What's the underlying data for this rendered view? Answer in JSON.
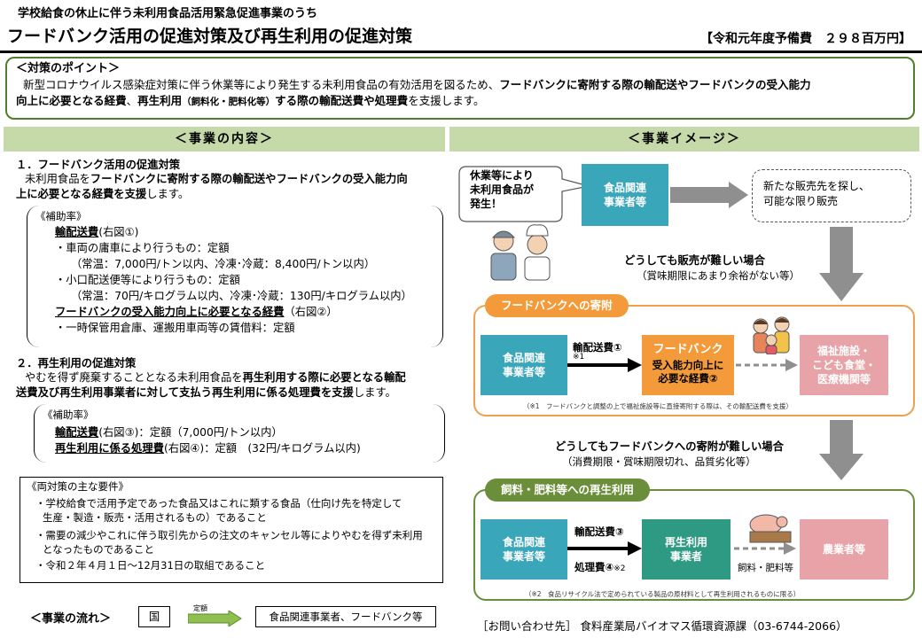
{
  "header": {
    "subtitle": "学校給食の休止に伴う未利用食品活用緊急促進事業のうち",
    "title": "フードバンク活用の促進対策及び再生利用の促進対策",
    "budget": "【令和元年度予備費　２９８百万円】"
  },
  "points": {
    "heading": "＜対策のポイント＞",
    "line1a": "新型コロナウイルス感染症対策に伴う休業等により発生する未利用食品の有効活用を図るため、",
    "line1b": "フードバンクに寄附する際の輸配送やフードバンクの受入能力",
    "line2a": "向上に必要となる経費",
    "line2b": "、",
    "line2c": "再生利用",
    "line2d": "（飼料化・肥料化等）",
    "line2e": "する際の輸配送費や処理費",
    "line2f": "を支援します。"
  },
  "left": {
    "band": "＜事業の内容＞",
    "s1_title": "１．フードバンク活用の促進対策",
    "s1_l1a": "未利用食品を",
    "s1_l1b": "フードバンクに寄附する際の輸配送やフードバンクの受入能力向",
    "s1_l2a": "上に必要となる経費を支援",
    "s1_l2b": "します。",
    "rate_label": "《補助率》",
    "haisou_label": "輸配送費",
    "haisou_ref": "(右図①)",
    "car1": "・車両の庸車により行うもの：定額",
    "car1_detail": "（常温：7,000円/トン以内、冷凍･冷蔵：8,400円/トン以内）",
    "small1": "・小口配送便等により行うもの：定額",
    "small1_detail": "（常温：70円/キログラム以内、冷凍･冷蔵：130円/キログラム以内）",
    "fb_label": "フードバンクの受入能力向上に必要となる経費",
    "fb_ref": "（右図②）",
    "fb_detail": "・一時保管用倉庫、運搬用車両等の賃借料：定額",
    "s2_title": "２．再生利用の促進対策",
    "s2_l1a": "やむを得ず廃棄することとなる未利用食品を",
    "s2_l1b": "再生利用する際に必要となる輸配",
    "s2_l2a": "送費及び再生利用事業者に対して支払う再生利用に係る処理費を支援",
    "s2_l2b": "します。",
    "rate2_label": "《補助率》",
    "r2_haisou": "輸配送費",
    "r2_haisou_rest": "(右図③)：定額（7,000円/トン以内）",
    "r2_proc": "再生利用に係る処理費",
    "r2_proc_rest": "(右図④)：定額　(32円/キログラム以内)",
    "req_title": "《両対策の主な要件》",
    "req1a": "・学校給食で活用予定であった食品又はこれに類する食品（仕向け先を特定して",
    "req1b": "生産・製造・販売・活用されるもの）であること",
    "req2a": "・需要の減少やこれに伴う取引先からの注文のキャンセル等によりやむを得ず未利用",
    "req2b": "となったものであること",
    "req3": "・令和２年４月１日～12月31日の取組であること",
    "flow_label": "＜事業の流れ＞",
    "flow_country": "国",
    "flow_arrow": "定額",
    "flow_target": "食品関連事業者、フードバンク等"
  },
  "right": {
    "band": "＜事業イメージ＞",
    "bubble": [
      "休業等により",
      "未利用食品が",
      "発生！"
    ],
    "top_company": [
      "食品関連",
      "事業者等"
    ],
    "new_sales": [
      "新たな販売先を探し、",
      "可能な限り販売"
    ],
    "hard_sell": "どうしても販売が難しい場合",
    "hard_sell_sub": "（賞味期限にあまり余裕がない等）",
    "fb_tag": "フードバンクへの寄附",
    "fb_company": [
      "食品関連",
      "事業者等"
    ],
    "fb_cost1": "輸配送費①",
    "fb_note_mark": "※1",
    "fb_box_title": "フードバンク",
    "fb_box_sub": [
      "受入能力向上に",
      "必要な経費②"
    ],
    "welfare": [
      "福祉施設・",
      "こども食堂・",
      "医療機関等"
    ],
    "fb_note": "（※1　フードバンクと調整の上で福祉施設等に直接寄附する際は、その輸配送費を支援）",
    "hard_donate": "どうしてもフードバンクへの寄附が難しい場合",
    "hard_donate_sub": "（消費期限・賞味期限切れ、品質劣化等）",
    "re_tag": "飼料・肥料等への再生利用",
    "re_company": [
      "食品関連",
      "事業者等"
    ],
    "re_cost3": "輸配送費③",
    "re_cost4": "処理費④",
    "re_note_mark": "※2",
    "recycler": [
      "再生利用",
      "事業者"
    ],
    "feed_label": "飼料・肥料等",
    "farmer": "農業者等",
    "re_note": "（※2　食品リサイクル法で定められている製品の原材料として再生利用されるものに限る）",
    "contact": "［お問い合わせ先］ 食料産業局バイオマス循環資源課（03-6744-2066）"
  },
  "colors": {
    "green_band": "#c6d9a8",
    "green_border": "#4f7f2a",
    "teal": "#3aa6b9",
    "orange": "#f39a3a",
    "pink": "#e7a3a8"
  }
}
